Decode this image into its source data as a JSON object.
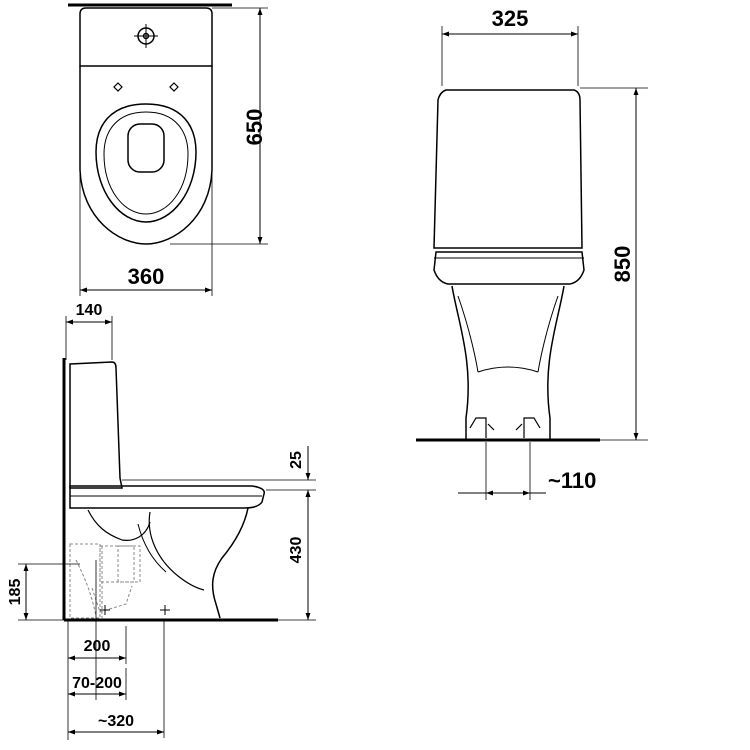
{
  "dimensions": {
    "plan_length": "650",
    "plan_width": "360",
    "front_width": "325",
    "total_height": "850",
    "outlet_spacing": "~110",
    "tank_depth": "140",
    "seat_offset": "25",
    "seat_height": "430",
    "outlet_height": "185",
    "outlet_distance": "200",
    "outlet_range": "70-200",
    "outlet_total": "~320"
  },
  "colors": {
    "line": "#000000",
    "hidden": "#888888",
    "background": "#ffffff"
  }
}
